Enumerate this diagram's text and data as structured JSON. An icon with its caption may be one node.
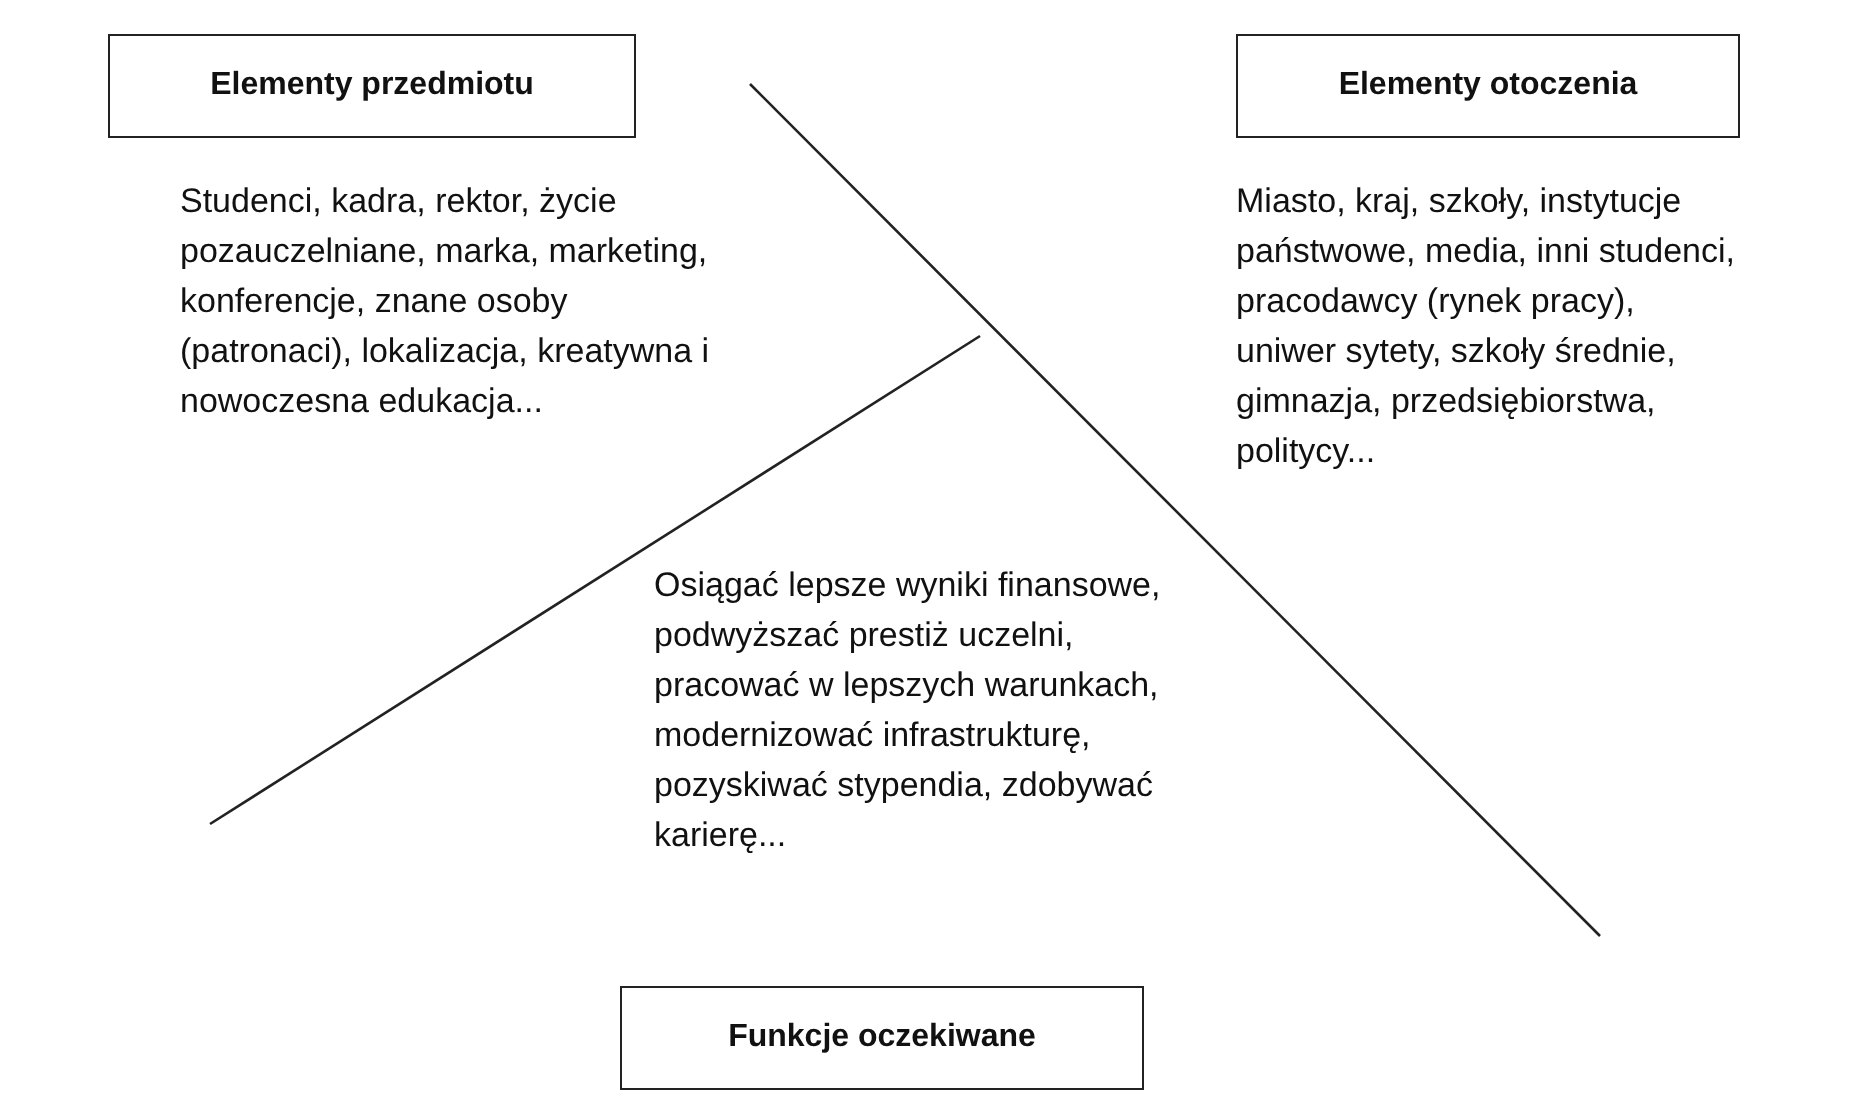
{
  "diagram": {
    "nodes": [
      {
        "text": [
          "Elementy przedmiotu"
        ],
        "beside": [
          "Studenci, kadra, rektor, życie pozauczelniane, marka, marketing, konferencje, znane osoby (patronaci), lokalizacja, kreatywna i nowoczesna edukacja..."
        ]
      },
      {
        "text": [
          "Elementy otoczenia"
        ],
        "beside": [
          "Miasto, kraj, szkoły, instytucje państwowe, media, inni studenci, pracodawcy (rynek pracy), uniwer sytety, szkoły średnie, gimnazja, przedsiębiorstwa, politycy..."
        ]
      },
      {
        "text": [
          "Funkcje oczekiwane"
        ],
        "beside": [
          "Osiągać lepsze wyniki finansowe, podwyższać prestiż uczelni, pracować w lepszych warunkach, modernizować infrastrukturę, pozyskiwać stypendia, zdobywać karierę..."
        ]
      }
    ]
  }
}
